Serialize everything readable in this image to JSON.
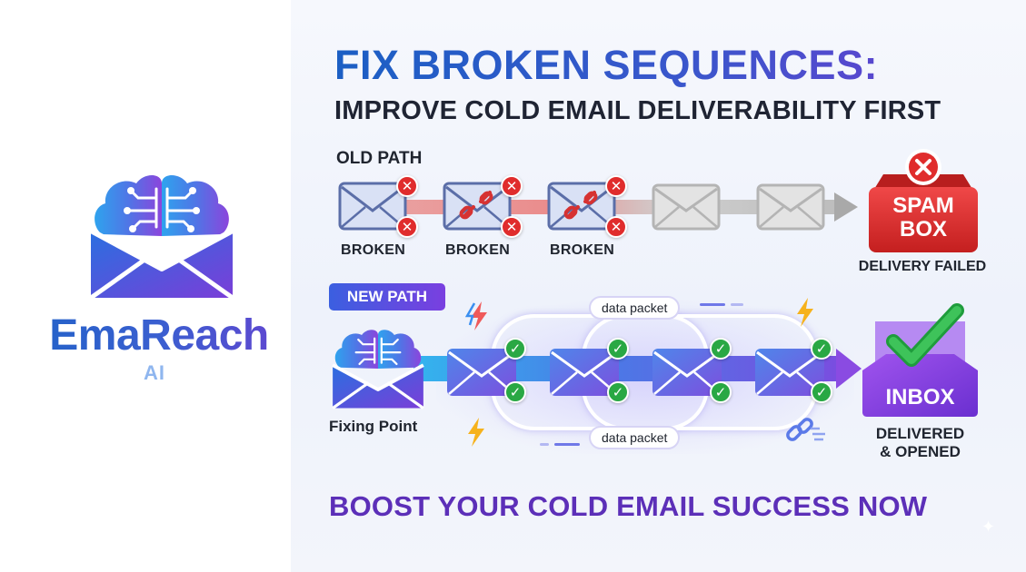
{
  "brand": {
    "name": "EmaReach",
    "sub": "AI"
  },
  "header": {
    "title": "FIX BROKEN SEQUENCES:",
    "subtitle": "IMPROVE COLD EMAIL DELIVERABILITY FIRST"
  },
  "old_path": {
    "label": "OLD PATH",
    "steps": [
      "BROKEN",
      "BROKEN",
      "BROKEN"
    ],
    "destination": {
      "line1": "SPAM",
      "line2": "BOX",
      "caption": "DELIVERY FAILED"
    }
  },
  "new_path": {
    "label": "NEW PATH",
    "start_caption": "Fixing Point",
    "packet_top": "data packet",
    "packet_bottom": "data packet",
    "destination": {
      "label": "INBOX",
      "caption_line1": "DELIVERED",
      "caption_line2": "& OPENED"
    }
  },
  "cta": "BOOST YOUR COLD EMAIL SUCCESS NOW",
  "colors": {
    "brand_blue": "#1e63c7",
    "brand_purple": "#6b3fd1",
    "error_red": "#e02c2c",
    "success_green": "#29a844",
    "cta_purple": "#5c2fb8"
  },
  "icons": [
    "brain-envelope-icon",
    "envelope-icon",
    "broken-link-icon",
    "x-mark-icon",
    "check-mark-icon",
    "spam-box-icon",
    "inbox-icon",
    "lightning-icon"
  ]
}
